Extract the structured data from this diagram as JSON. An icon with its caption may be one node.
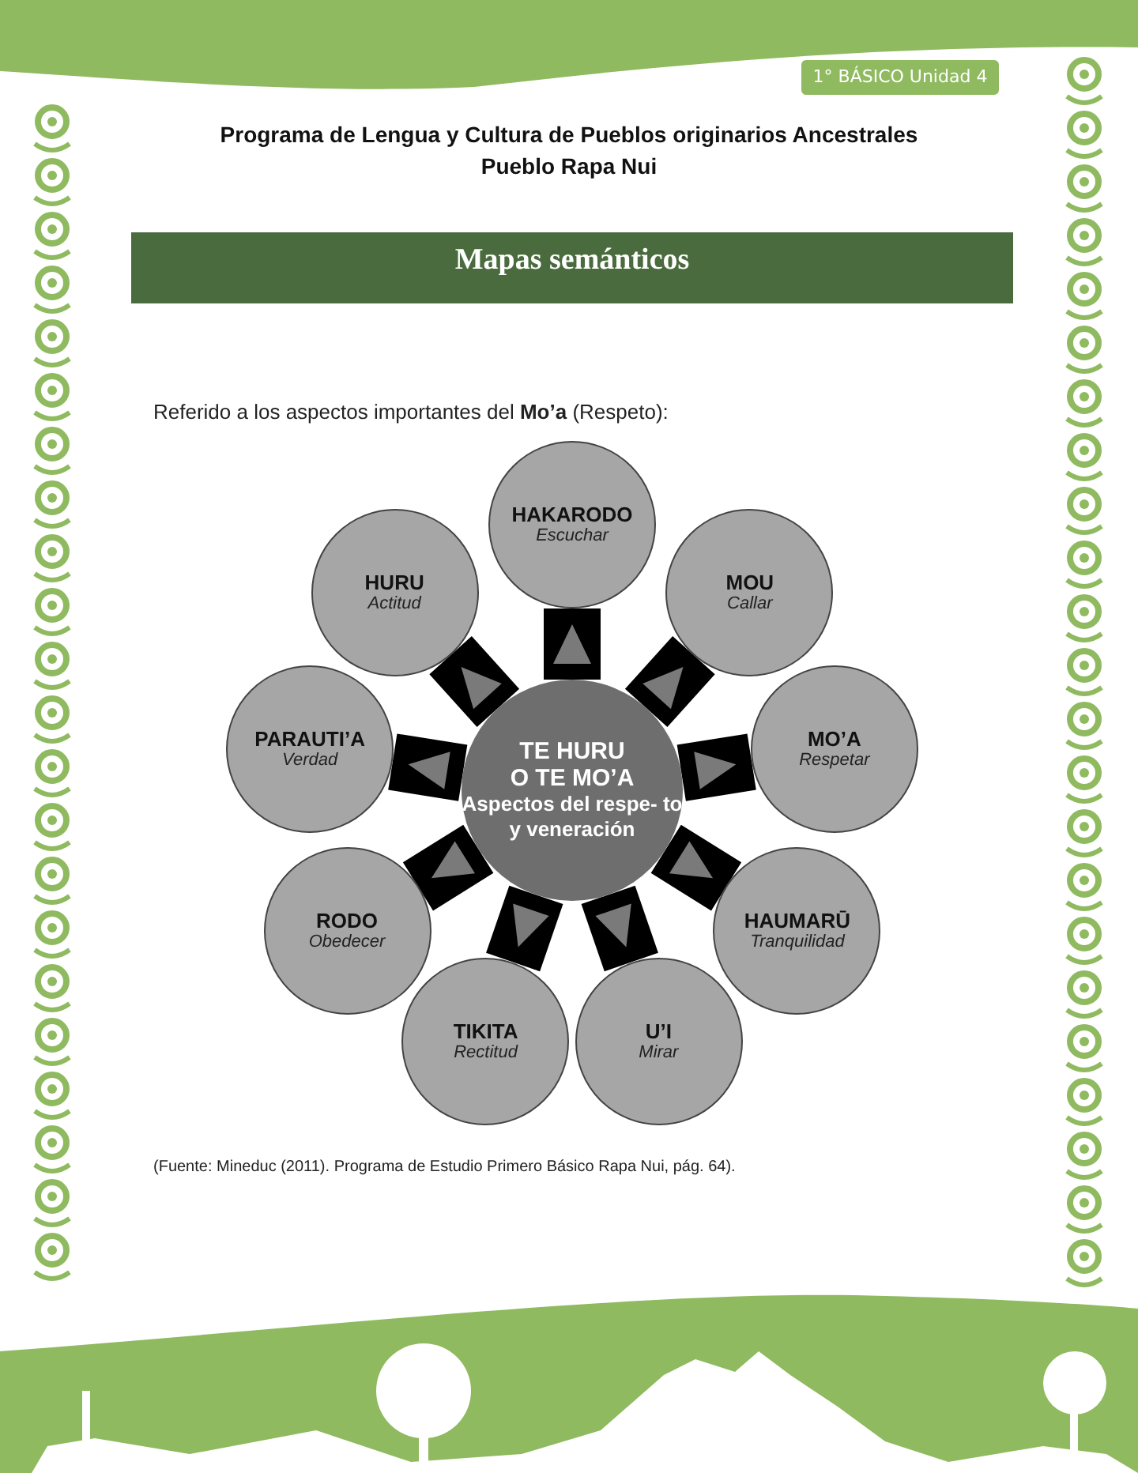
{
  "diagram": {
    "title": "Mapas semánticos",
    "nodes": [
      {
        "text": [
          "TE HURU O TE MO’A",
          "Aspectos del respe- to y veneración"
        ]
      },
      {
        "text": [
          "HAKARODO",
          "Escuchar"
        ]
      },
      {
        "text": [
          "HURU",
          "Actitud"
        ]
      },
      {
        "text": [
          "MOU",
          "Callar"
        ]
      },
      {
        "text": [
          "PARAUTI’A",
          "Verdad"
        ]
      },
      {
        "text": [
          "MO’A",
          "Respetar"
        ]
      },
      {
        "text": [
          "RODO",
          "Obedecer"
        ]
      },
      {
        "text": [
          "HAUMARŪ",
          "Tranquilidad"
        ]
      },
      {
        "text": [
          "TIKITA",
          "Rectitud"
        ]
      },
      {
        "text": [
          "U’I",
          "Mirar"
        ]
      }
    ],
    "edges": [
      {
        "from": 0,
        "to": 1,
        "arrow": "to"
      },
      {
        "from": 0,
        "to": 2,
        "arrow": "to"
      },
      {
        "from": 0,
        "to": 3,
        "arrow": "to"
      },
      {
        "from": 0,
        "to": 4,
        "arrow": "to"
      },
      {
        "from": 0,
        "to": 5,
        "arrow": "to"
      },
      {
        "from": 0,
        "to": 6,
        "arrow": "to"
      },
      {
        "from": 0,
        "to": 7,
        "arrow": "to"
      },
      {
        "from": 0,
        "to": 8,
        "arrow": "to"
      },
      {
        "from": 0,
        "to": 9,
        "arrow": "to"
      }
    ],
    "labels": [
      "1° BÁSICO Unidad 4",
      "Programa de Lengua y Cultura de Pueblos originarios Ancestrales",
      "Pueblo Rapa Nui",
      "Referido a los aspectos importantes del **Mo’a** (Respeto):",
      "(Fuente: Mineduc (2011). Programa de Estudio Primero Básico Rapa Nui, pág. 64)."
    ]
  }
}
